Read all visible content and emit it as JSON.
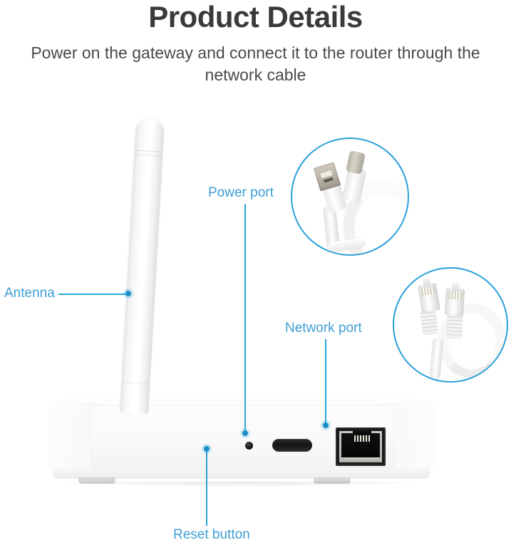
{
  "header": {
    "title": "Product Details",
    "subtitle": "Power on the gateway and connect it to the router through the network cable"
  },
  "annotations": [
    {
      "id": "antenna",
      "label": "Antenna",
      "target": "antenna-rod"
    },
    {
      "id": "power-port",
      "label": "Power port",
      "target": "usb-c-port"
    },
    {
      "id": "network-port",
      "label": "Network port",
      "target": "rj45-port"
    },
    {
      "id": "reset-button",
      "label": "Reset button",
      "target": "reset-pinhole"
    }
  ],
  "callouts": [
    {
      "id": "power-callout",
      "contents": "usb-a-to-usb-c-cable"
    },
    {
      "id": "network-callout",
      "contents": "rj45-ethernet-cable"
    }
  ],
  "device": {
    "name": "network-gateway",
    "color": "#ffffff",
    "ports": [
      {
        "name": "usb-c-port",
        "type": "usb-c"
      },
      {
        "name": "reset-pinhole",
        "type": "pinhole-button"
      },
      {
        "name": "rj45-port",
        "type": "ethernet-rj45"
      }
    ],
    "antenna": {
      "name": "antenna-rod",
      "orientation": "vertical-tilted"
    }
  },
  "colors": {
    "accent": "#2ba3d9",
    "label_text": "#3e9fd4",
    "title_text": "#3a3a3a",
    "subtitle_text": "#4a4a4a",
    "background": "#ffffff",
    "device_body": "#fafafa",
    "port_dark": "#151515"
  }
}
